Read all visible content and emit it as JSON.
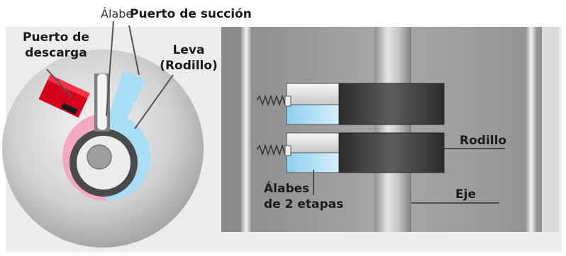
{
  "left_diagram": {
    "vane_label": "Álabe",
    "suction_port_label": "Puerto de succión",
    "discharge_port_label_line1": "Puerto de",
    "discharge_port_label_line2": "descarga",
    "cam_label_line1": "Leva",
    "cam_label_line2": "(Rodillo)"
  },
  "right_diagram": {
    "roller_label": "Rodillo",
    "shaft_label": "Eje",
    "vanes_label_line1": "Álabes",
    "vanes_label_line2": "de 2 etapas"
  },
  "colors": {
    "discharge": "#d6001c",
    "suction": "#a8d8f0",
    "pink_chamber": "#f0a8c0",
    "roller_dark": "#3a3a3a",
    "casing_gray": "#8c8c8c"
  }
}
